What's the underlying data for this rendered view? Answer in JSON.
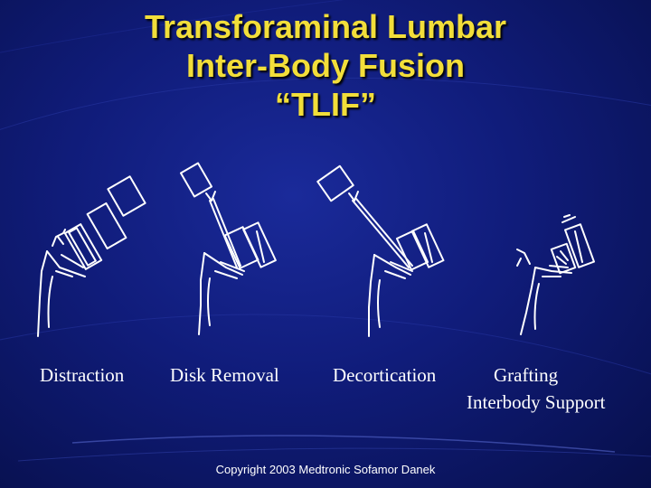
{
  "slide": {
    "title_lines": [
      "Transforaminal Lumbar",
      "Inter-Body Fusion",
      "“TLIF”"
    ],
    "steps": [
      {
        "label": "Distraction",
        "icon": "distraction-illustration"
      },
      {
        "label": "Disk Removal",
        "icon": "disk-removal-illustration"
      },
      {
        "label": "Decortication",
        "icon": "decortication-illustration"
      },
      {
        "label_lines": [
          "Grafting",
          "Interbody Support"
        ],
        "icon": "grafting-illustration"
      }
    ],
    "copyright": "Copyright 2003 Medtronic Sofamor Danek",
    "colors": {
      "title": "#f2de3a",
      "background": "#101c7a",
      "line_art": "#ffffff"
    }
  }
}
